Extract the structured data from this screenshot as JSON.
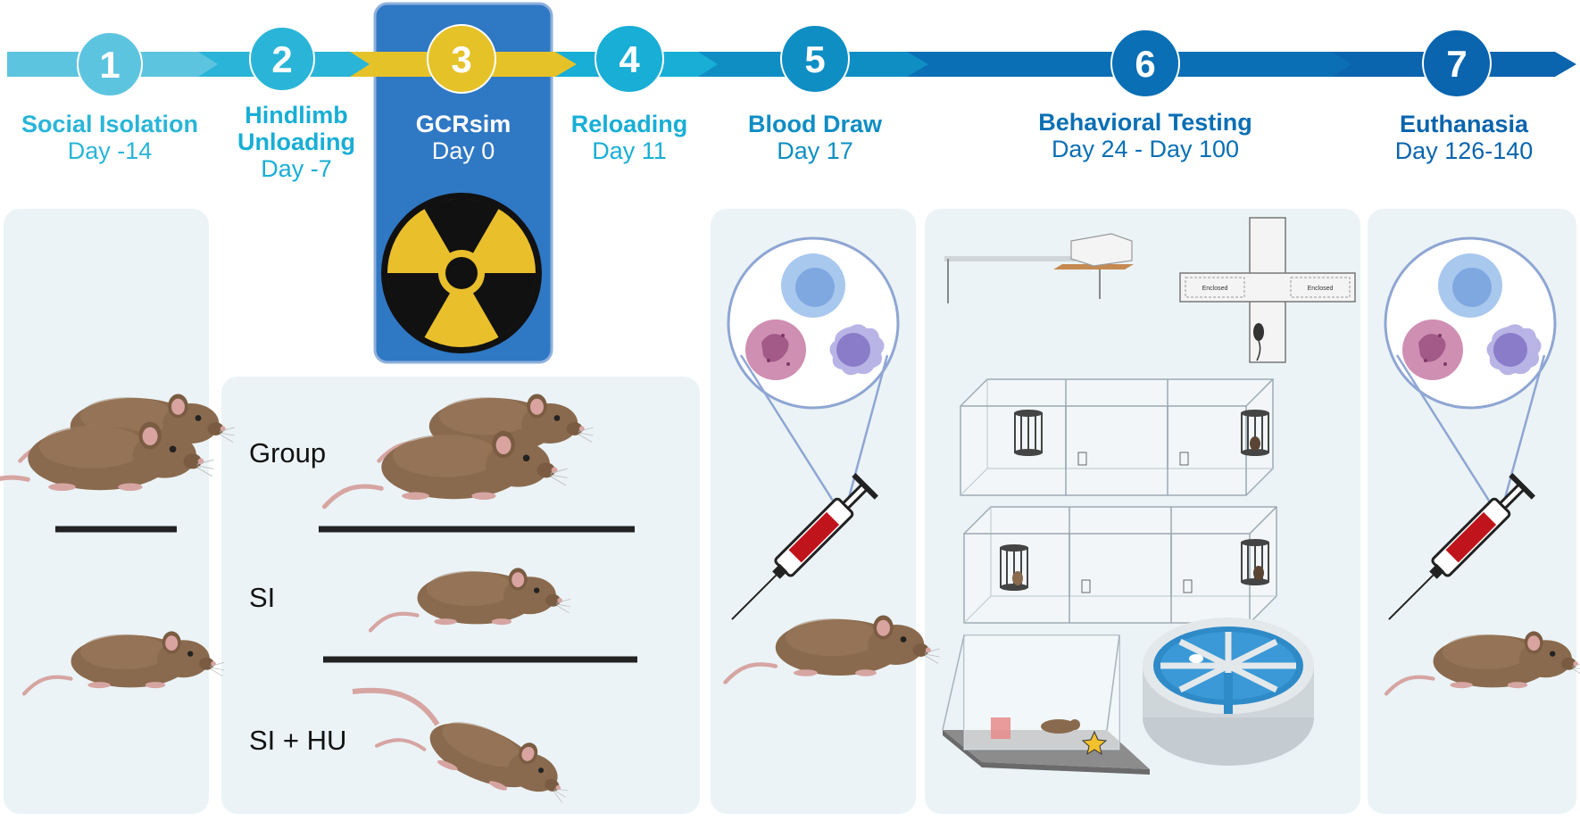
{
  "colors": {
    "step1": "#5dc4e0",
    "step2": "#2ab5d8",
    "step3": "#e6c229",
    "step4": "#18aed6",
    "step5": "#0f8ec4",
    "step6": "#0a6fb4",
    "step7": "#0a64ae",
    "panel": "#ebf3f6",
    "highlight_box": "#2f78c4",
    "mouse": "#8a6a4e",
    "mouse_ear": "#d9a3a0",
    "tail": "#d6a5a2",
    "radiation_yellow": "#e9bf2c"
  },
  "timeline": [
    {
      "num": "1",
      "title": "Social Isolation",
      "day": "Day -14"
    },
    {
      "num": "2",
      "title": "Hindlimb Unloading",
      "title_l1": "Hindlimb",
      "title_l2": "Unloading",
      "day": "Day -7"
    },
    {
      "num": "3",
      "title": "GCRsim",
      "day": "Day 0"
    },
    {
      "num": "4",
      "title": "Reloading",
      "day": "Day 11"
    },
    {
      "num": "5",
      "title": "Blood Draw",
      "day": "Day 17"
    },
    {
      "num": "6",
      "title": "Behavioral Testing",
      "day": "Day 24 - Day 100"
    },
    {
      "num": "7",
      "title": "Euthanasia",
      "day": "Day 126-140"
    }
  ],
  "groups": [
    "Group",
    "SI",
    "SI + HU"
  ],
  "maze_labels": {
    "left": "Enclosed",
    "right": "Enclosed"
  },
  "icons": [
    "radiation-icon",
    "blood-cells-icon",
    "syringe-icon",
    "mouse-icon",
    "elevated-plus-maze-icon",
    "three-chamber-box-icon",
    "open-field-box-icon",
    "radial-arm-water-maze-icon",
    "star-icon"
  ]
}
